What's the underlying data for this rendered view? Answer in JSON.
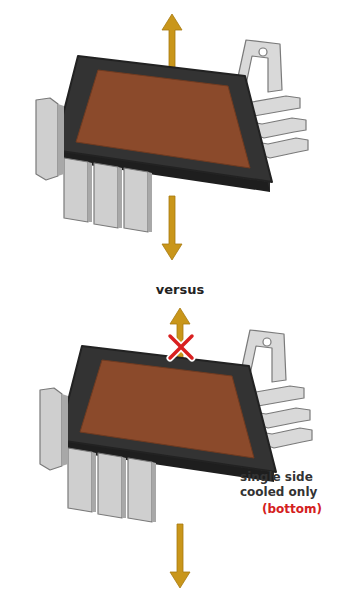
{
  "diagram": {
    "labels": [
      "versus",
      "single side cooled only",
      "(bottom)"
    ]
  }
}
